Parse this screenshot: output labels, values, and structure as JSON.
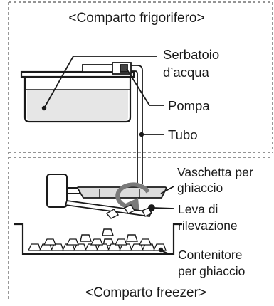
{
  "compartments": {
    "top": "<Comparto frigorifero>",
    "bottom": "<Comparto freezer>"
  },
  "labels": {
    "serbatoio_line1": "Serbatoio",
    "serbatoio_line2": "d’acqua",
    "pompa": "Pompa",
    "tubo": "Tubo",
    "vaschetta_line1": "Vaschetta per",
    "vaschetta_line2": "ghiaccio",
    "leva_line1": "Leva di",
    "leva_line2": "rilevazione",
    "contenitore_line1": "Contenitore",
    "contenitore_line2": "per ghiaccio"
  },
  "colors": {
    "line": "#1a1a1a",
    "water": "#e6e6e6",
    "tray": "#dcdcdc",
    "background": "#ffffff"
  }
}
